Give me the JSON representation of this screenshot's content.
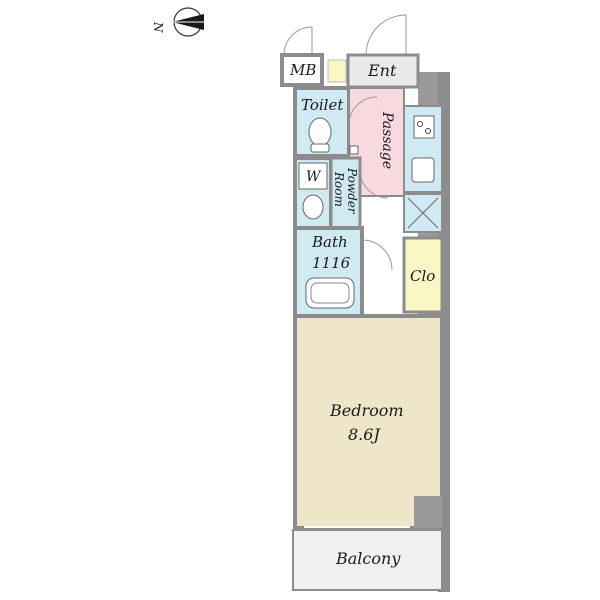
{
  "compass": {
    "label": "N"
  },
  "rooms": {
    "mb": "MB",
    "entrance": "Ent",
    "toilet": "Toilet",
    "passage": "Passage",
    "washer": "W",
    "powder_room_line1": "Powder",
    "powder_room_line2": "Room",
    "bath_line1": "Bath",
    "bath_line2": "1116",
    "closet": "Clo",
    "bedroom_line1": "Bedroom",
    "bedroom_line2": "8.6J",
    "balcony": "Balcony"
  },
  "colors": {
    "wall": "#8c8c8c",
    "bedroom_fill": "#efe6ca",
    "wet_fill": "#cfeaf3",
    "passage_fill": "#f7d9df",
    "entrance_fill": "#eaeaea",
    "closet_fill": "#fbf7c5",
    "balcony_fill": "#f0f0f0"
  }
}
